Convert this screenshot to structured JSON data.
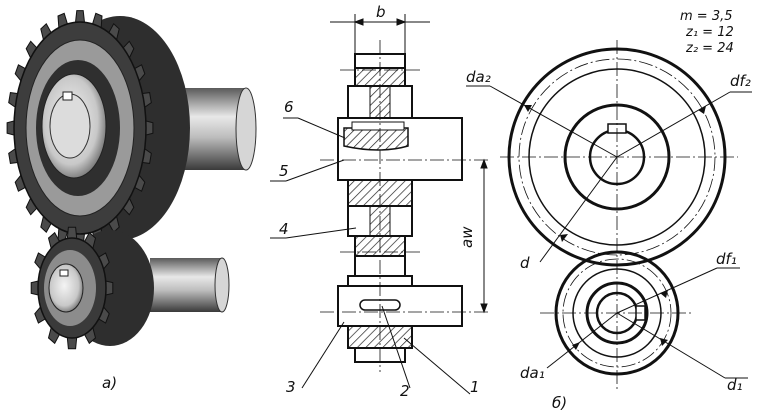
{
  "figure": {
    "panel_a_label": "а)",
    "panel_b_label": "б)"
  },
  "parameters": {
    "module": "m = 3,5",
    "teeth_1": "z₁ = 12",
    "teeth_2": "z₂ = 24"
  },
  "section_view": {
    "width_symbol": "b",
    "center_distance_symbol": "aw",
    "part_labels": [
      "6",
      "5",
      "4",
      "3",
      "2",
      "1"
    ]
  },
  "gear_labels": {
    "da2": "da₂",
    "df2": "df₂",
    "d": "d",
    "df1": "df₁",
    "da1": "da₁",
    "d1": "d₁"
  },
  "colors": {
    "ink": "#111111",
    "hatch": "#222222",
    "shade_dark": "#3a3a3a",
    "shade_light": "#bdbdbd",
    "paper": "#ffffff"
  }
}
